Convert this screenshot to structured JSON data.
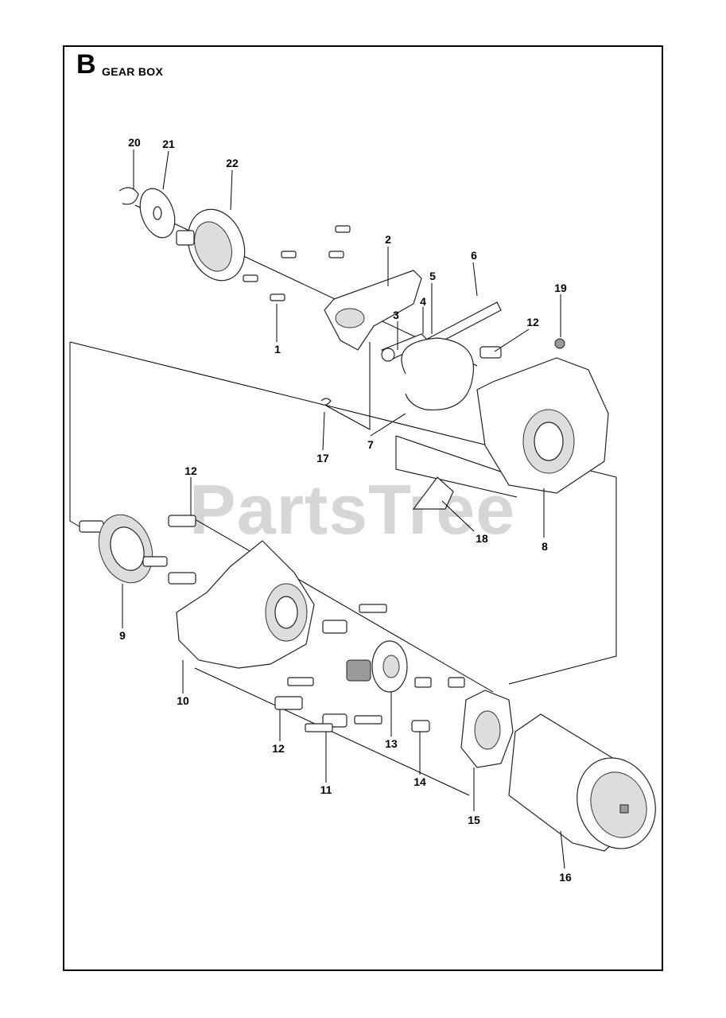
{
  "header": {
    "section_letter": "B",
    "title": "GEAR BOX"
  },
  "watermark": "PartsTree",
  "callouts": [
    {
      "id": "c1",
      "label": "1"
    },
    {
      "id": "c2",
      "label": "2"
    },
    {
      "id": "c3",
      "label": "3"
    },
    {
      "id": "c4",
      "label": "4"
    },
    {
      "id": "c5",
      "label": "5"
    },
    {
      "id": "c6",
      "label": "6"
    },
    {
      "id": "c7",
      "label": "7"
    },
    {
      "id": "c8",
      "label": "8"
    },
    {
      "id": "c9",
      "label": "9"
    },
    {
      "id": "c10",
      "label": "10"
    },
    {
      "id": "c11",
      "label": "11"
    },
    {
      "id": "c12a",
      "label": "12"
    },
    {
      "id": "c12b",
      "label": "12"
    },
    {
      "id": "c12c",
      "label": "12"
    },
    {
      "id": "c13",
      "label": "13"
    },
    {
      "id": "c14",
      "label": "14"
    },
    {
      "id": "c15",
      "label": "15"
    },
    {
      "id": "c16",
      "label": "16"
    },
    {
      "id": "c17",
      "label": "17"
    },
    {
      "id": "c18",
      "label": "18"
    },
    {
      "id": "c19",
      "label": "19"
    },
    {
      "id": "c20",
      "label": "20"
    },
    {
      "id": "c21",
      "label": "21"
    },
    {
      "id": "c22",
      "label": "22"
    }
  ]
}
